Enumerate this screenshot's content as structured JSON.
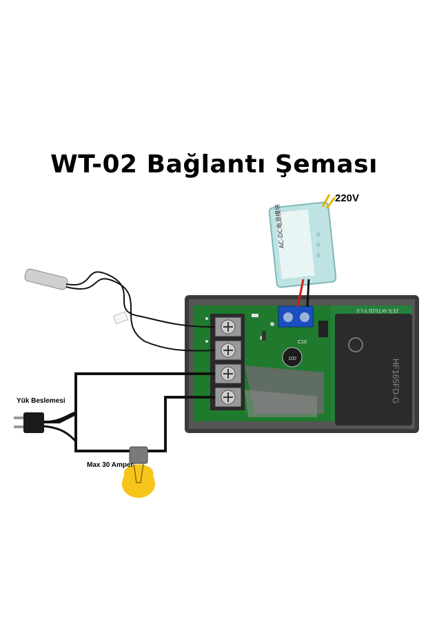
{
  "title": "WT-02 Bağlantı Şeması",
  "labels": {
    "power_input": "220V",
    "load_supply": "Yük Beslemesi",
    "max_load": "Max 30 Amper"
  },
  "module": {
    "text": "AC-DC电源模块"
  },
  "board": {
    "model_text": "ZFX-WT02B V1.0",
    "relay_text": "HF165FD-G",
    "capacitor_text": "C10"
  },
  "colors": {
    "board_green": "#1f7a2e",
    "module_blue": "#bfe3e3",
    "relay_dark": "#2b2b2b",
    "bulb_yellow": "#f7c41b",
    "wire_black": "#111111"
  }
}
